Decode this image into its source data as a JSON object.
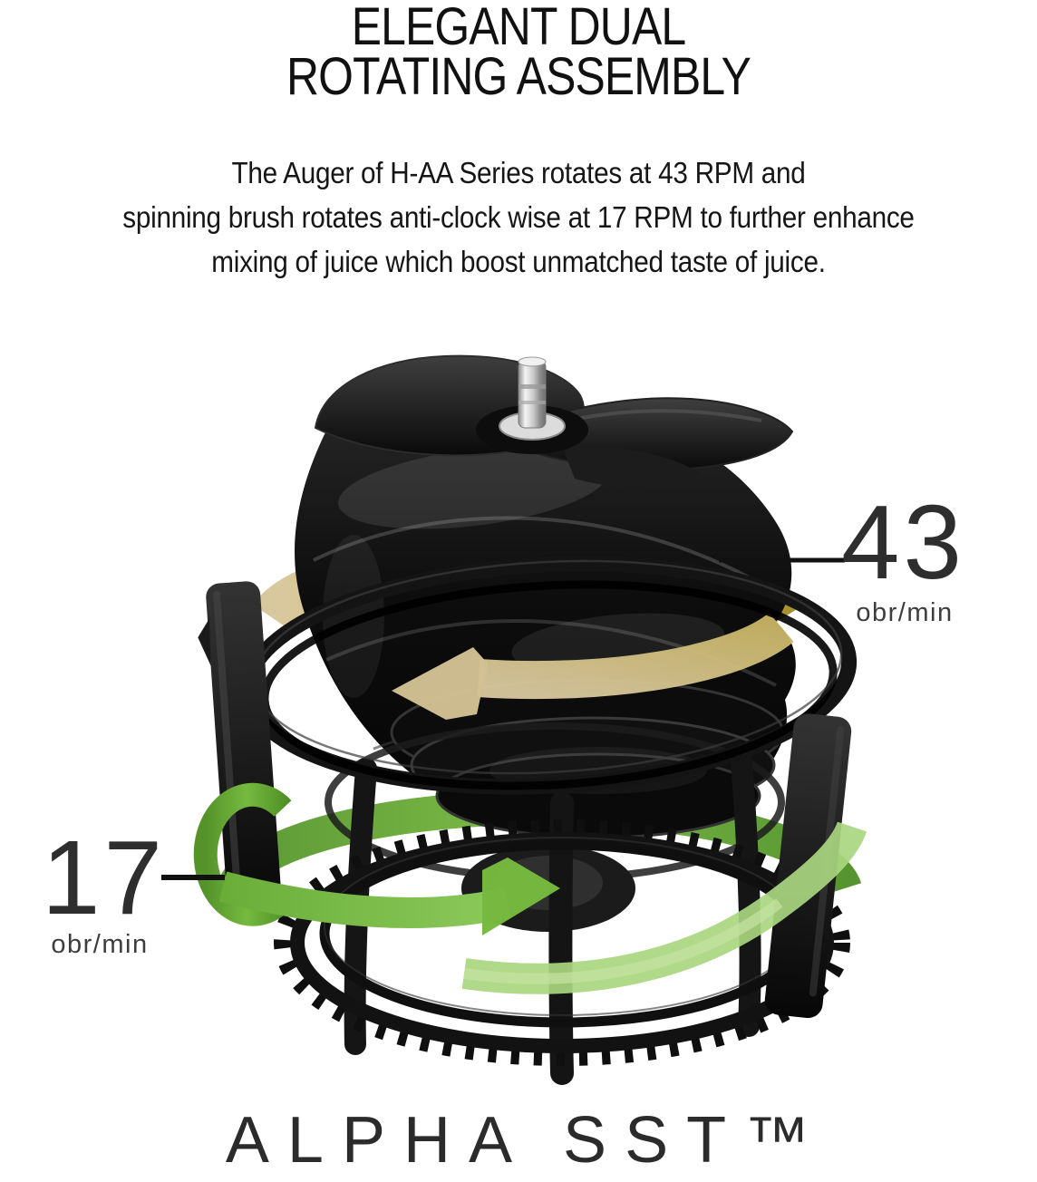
{
  "header": {
    "title_line1": "ELEGANT DUAL",
    "title_line2": "ROTATING ASSEMBLY"
  },
  "description": {
    "lines": [
      "The Auger of H-AA Series rotates at 43 RPM and",
      "spinning brush rotates anti-clock wise at 17 RPM to further enhance",
      "mixing of juice which boost unmatched taste of juice."
    ]
  },
  "annotations": {
    "auger": {
      "value": "43",
      "unit": "obr/min",
      "direction": "clockwise"
    },
    "brush": {
      "value": "17",
      "unit": "obr/min",
      "direction": "anti-clockwise"
    }
  },
  "icons": {
    "auger_rotation": "curved-arrow-left-ribbon",
    "brush_rotation": "curved-arrow-right-ribbon"
  },
  "colors": {
    "auger_arrow_gold": "#d9c25a",
    "auger_arrow_pale": "#d3c194",
    "brush_arrow_green": "#76b93f",
    "brush_arrow_light": "#a9d77f",
    "body_black": "#0d0d0d",
    "text": "#111111",
    "label": "#2e2e2e"
  },
  "footer": {
    "product_name": "ALPHA SST",
    "trademark": "™"
  }
}
